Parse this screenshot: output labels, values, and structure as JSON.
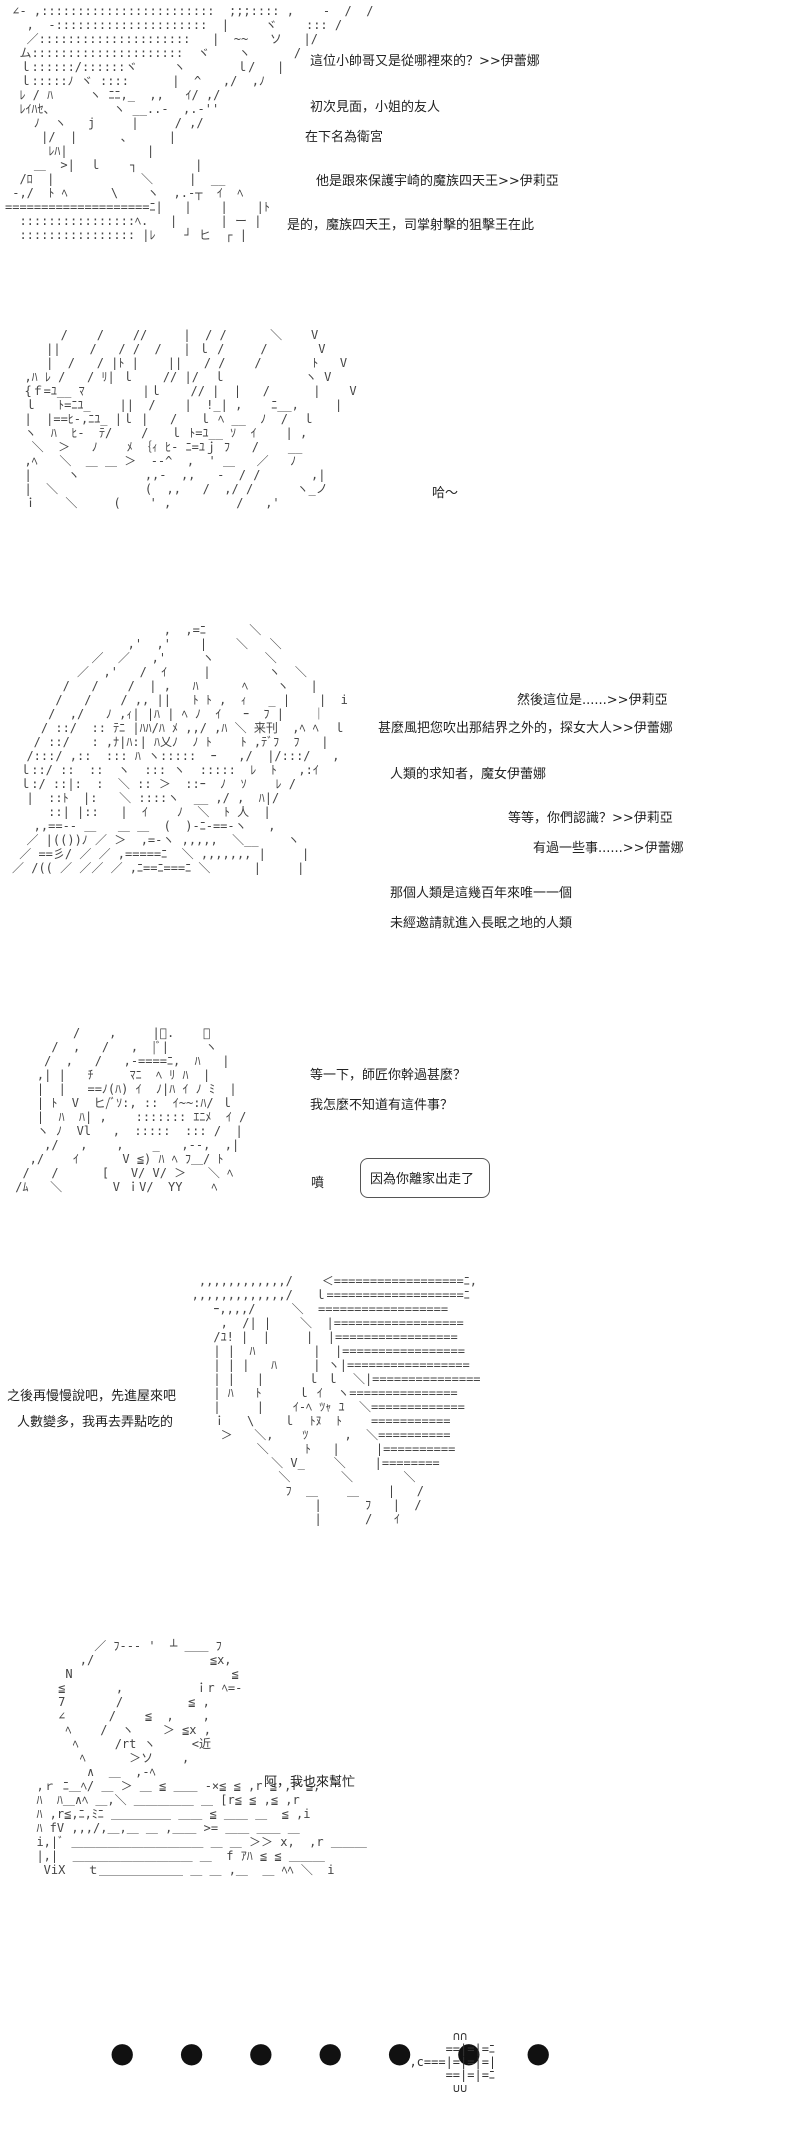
{
  "panels": [
    {
      "lines": [
        "這位小帥哥又是從哪裡來的？>>伊蕾娜",
        "初次見面，小姐的友人",
        "在下名為衛宮",
        "他是跟來保護宇崎的魔族四天王>>伊莉亞",
        "是的，魔族四天王，司掌射擊的狙擊王在此"
      ]
    },
    {
      "lines": [
        "哈～"
      ]
    },
    {
      "lines": [
        "然後這位是......>>伊莉亞",
        "甚麼風把您吹出那結界之外的，探女大人>>伊蕾娜",
        "人類的求知者，魔女伊蕾娜",
        "等等，你們認識？>>伊莉亞",
        "有過一些事......>>伊蕾娜",
        "那個人類是這幾百年來唯一一個",
        "未經邀請就進入長眠之地的人類"
      ]
    },
    {
      "lines": [
        "等一下，師匠你幹過甚麼？",
        "我怎麼不知道有這件事？",
        "因為你離家出走了",
        "噴"
      ]
    },
    {
      "lines": [
        "之後再慢慢說吧，先進屋來吧",
        "人數變多，我再去弄點吃的"
      ]
    },
    {
      "lines": [
        "阿，我也來幫忙"
      ]
    }
  ],
  "footer": {
    "dots": "● ● ● ● ● ● ●"
  }
}
